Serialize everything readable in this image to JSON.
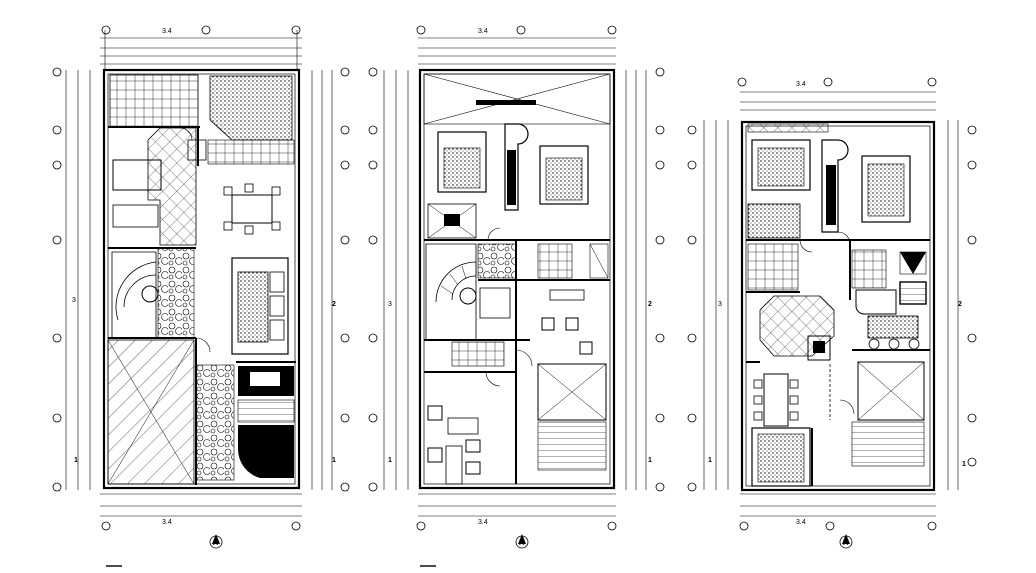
{
  "plans": [
    {
      "id": "plan-1",
      "top_dim": "3.4",
      "bottom_dim": "3.4",
      "side_dim": "3",
      "axis_label_1": "1",
      "axis_label_2": "2",
      "north_label": "A"
    },
    {
      "id": "plan-2",
      "top_dim": "3.4",
      "bottom_dim": "3.4",
      "side_dim": "3",
      "axis_label_1": "1",
      "axis_label_2": "2",
      "north_label": "A"
    },
    {
      "id": "plan-3",
      "top_dim": "3.4",
      "bottom_dim": "3.4",
      "side_dim": "3",
      "axis_label_1": "1",
      "axis_label_2": "2",
      "north_label": "A"
    }
  ],
  "colors": {
    "line": "#000000",
    "background": "#ffffff"
  }
}
